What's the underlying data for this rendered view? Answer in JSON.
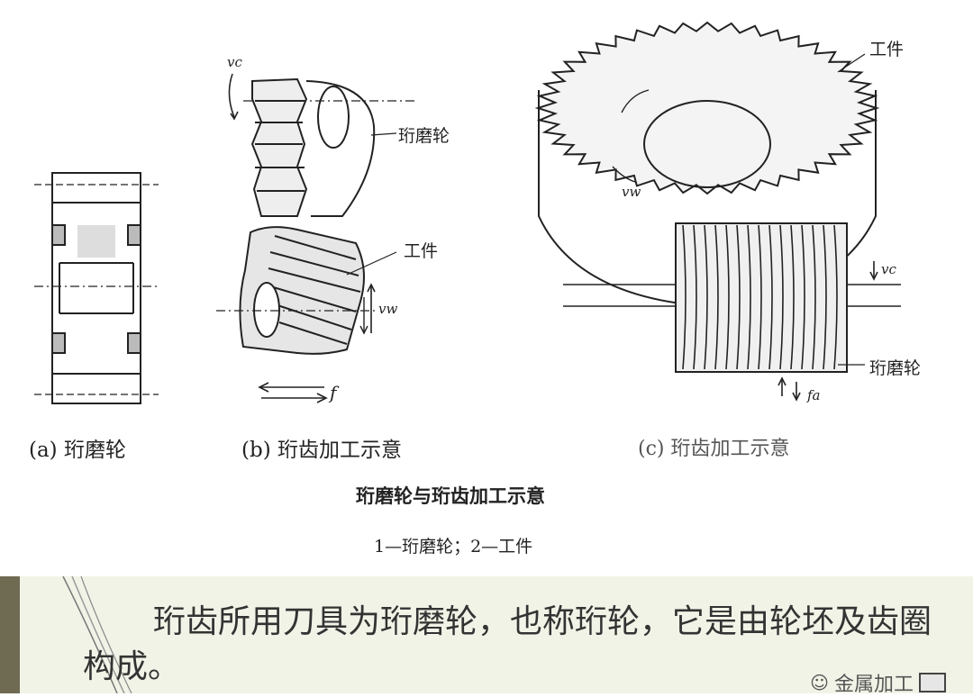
{
  "figure": {
    "panel_a": {
      "caption": "(a) 珩磨轮"
    },
    "panel_b": {
      "caption": "(b) 珩齿加工示意",
      "labels": {
        "honing_wheel": "珩磨轮",
        "workpiece": "工件",
        "vc": "vc",
        "vw": "vw",
        "f": "f"
      }
    },
    "panel_c": {
      "caption": "(c) 珩齿加工示意",
      "labels": {
        "workpiece": "工件",
        "honing_wheel": "珩磨轮",
        "vw": "vw",
        "vc": "vc",
        "fa": "fa"
      }
    },
    "title": "珩磨轮与珩齿加工示意",
    "legend": "1—珩磨轮；2—工件"
  },
  "slide": {
    "body_text": "珩齿所用刀具为珩磨轮，也称珩轮，它是由轮坯及齿圈构成。",
    "watermark": "金属加工"
  },
  "colors": {
    "band_background": "#f2f3e7",
    "band_stripe": "#6e6b52",
    "ink": "#222222"
  }
}
